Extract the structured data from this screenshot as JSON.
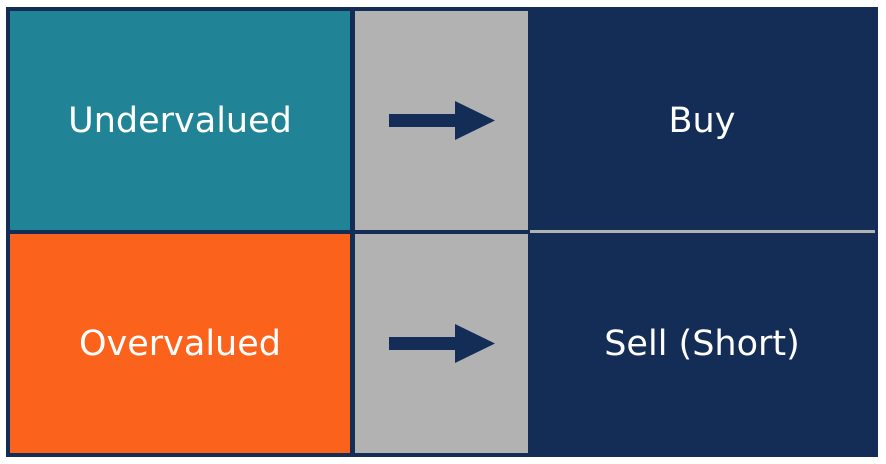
{
  "diagram": {
    "rows": [
      {
        "condition": "Undervalued",
        "condition_color": "#208496",
        "connector_icon": "right-arrow-icon",
        "action": "Buy"
      },
      {
        "condition": "Overvalued",
        "condition_color": "#fb631d",
        "connector_icon": "right-arrow-icon",
        "action": "Sell (Short)"
      }
    ],
    "colors": {
      "frame": "#142d56",
      "connector_bg": "#b2b2b2",
      "action_bg": "#142d56",
      "text": "#ffffff"
    }
  }
}
